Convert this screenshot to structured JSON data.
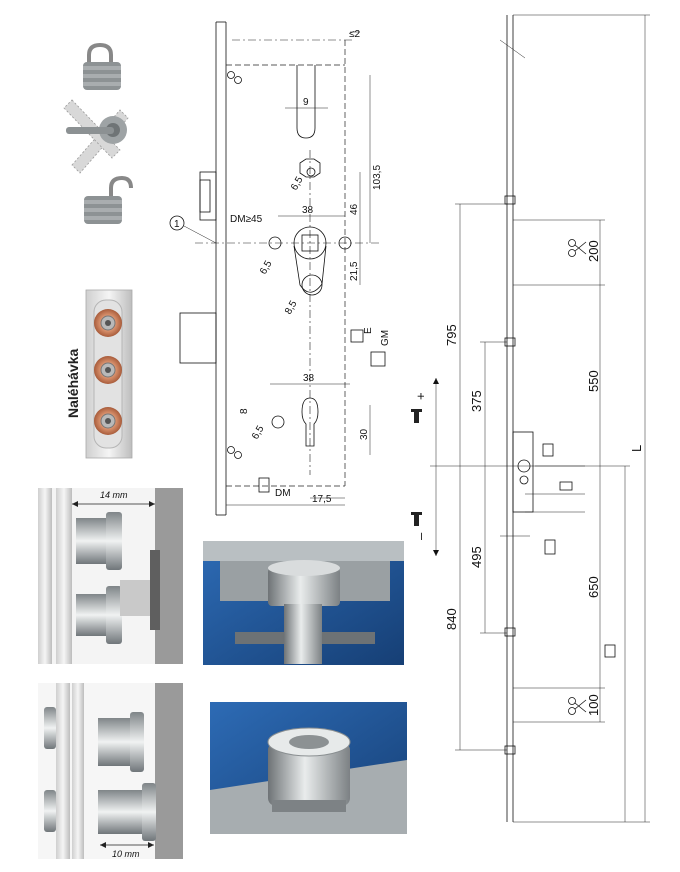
{
  "icons": {
    "locked": "padlock-closed-icon",
    "key_turn": "key-turn-icon",
    "unlocked": "padlock-open-icon"
  },
  "side_label": "Naléhávka",
  "photo_labels": {
    "top_mm": "14 mm",
    "bottom_mm": "10 mm"
  },
  "lock_drawing": {
    "callout": "1",
    "dims": {
      "le2": "≤2",
      "d9": "9",
      "d103_5": "103,5",
      "d6_5_a": "6,5",
      "d46": "46",
      "d38_top": "38",
      "dm45": "DM≥45",
      "d6_5_b": "6,5",
      "d21_5": "21,5",
      "d8_5": "8,5",
      "d38_bot": "38",
      "d8": "8",
      "d6_5_c": "6,5",
      "d30": "30",
      "d17_5": "17,5"
    },
    "labels": {
      "e": "E",
      "gm": "GM",
      "dm": "DM"
    }
  },
  "strip_drawing": {
    "dims": {
      "d200": "200",
      "d795": "795",
      "d375": "375",
      "d550": "550",
      "d495": "495",
      "d840": "840",
      "d650": "650",
      "d100": "100",
      "L": "L"
    },
    "plus": "+",
    "minus": "–"
  },
  "colors": {
    "copper": "#c87d5a",
    "steel": "#8f9598",
    "blue_bg": "#1c4f8f"
  }
}
